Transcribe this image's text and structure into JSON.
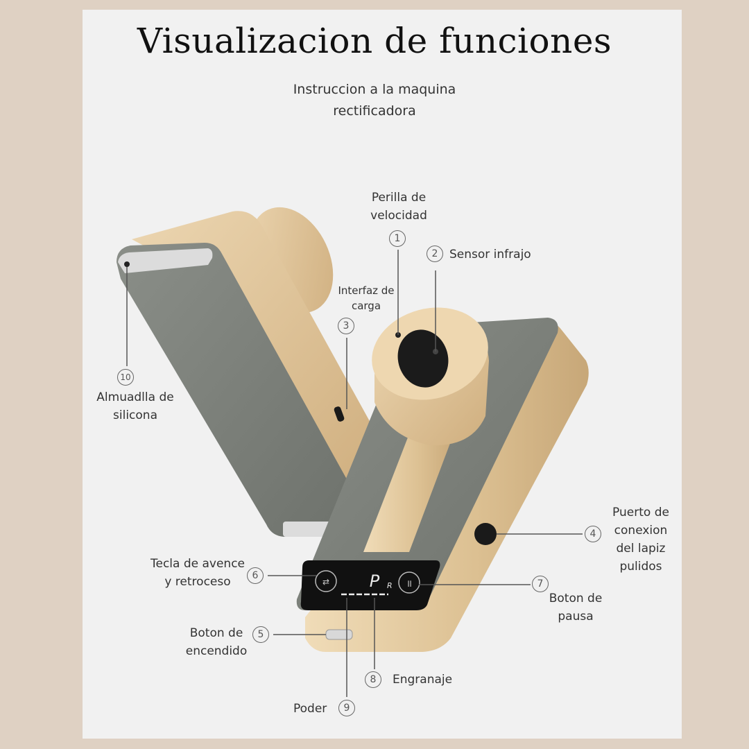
{
  "header": {
    "title": "Visualizacion de funciones",
    "subtitle_lines": [
      "Instruccion a la maquina",
      "rectificadora"
    ]
  },
  "colors": {
    "outer_background": "#dfd1c3",
    "panel_background": "#f1f1f1",
    "device_gray": "#7c807a",
    "device_wood": "#e2c9a0",
    "screen_black": "#111111"
  },
  "display": {
    "readout": "P",
    "readout_suffix": "R"
  },
  "callouts": [
    {
      "number": "1",
      "lines": [
        "Perilla de",
        "velocidad"
      ]
    },
    {
      "number": "2",
      "lines": [
        "Sensor infrajo"
      ]
    },
    {
      "number": "3",
      "lines": [
        "Interfaz de",
        "carga"
      ]
    },
    {
      "number": "4",
      "lines": [
        "Puerto de",
        "conexion",
        "del lapiz",
        "pulidos"
      ]
    },
    {
      "number": "5",
      "lines": [
        "Boton de",
        "encendido"
      ]
    },
    {
      "number": "6",
      "lines": [
        "Tecla de avence",
        "y retroceso"
      ]
    },
    {
      "number": "7",
      "lines": [
        "Boton de",
        "pausa"
      ]
    },
    {
      "number": "8",
      "lines": [
        "Engranaje"
      ]
    },
    {
      "number": "9",
      "lines": [
        "Poder"
      ]
    },
    {
      "number": "10",
      "lines": [
        "Almuadlla de",
        "silicona"
      ]
    }
  ]
}
